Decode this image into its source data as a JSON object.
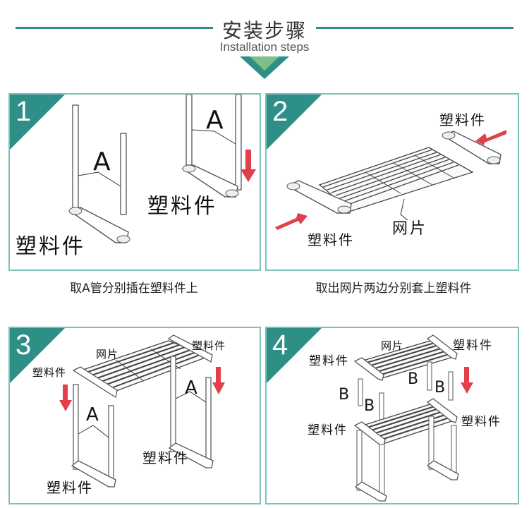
{
  "header": {
    "title": "安装步骤",
    "subtitle": "Installation steps",
    "accent_color": "#2e8f86"
  },
  "steps": [
    {
      "number": "1",
      "labels": {
        "tube_a_1": "A",
        "tube_a_2": "A",
        "plastic_1": "塑料件",
        "plastic_2": "塑料件"
      },
      "caption": "取A管分别插在塑料件上"
    },
    {
      "number": "2",
      "labels": {
        "plastic_1": "塑料件",
        "plastic_2": "塑料件",
        "mesh": "网片"
      },
      "caption": "取出网片两边分别套上塑料件"
    },
    {
      "number": "3",
      "labels": {
        "mesh": "网片",
        "plastic_left_top": "塑料件",
        "plastic_right_top": "塑料件",
        "tube_a_1": "A",
        "tube_a_2": "A",
        "plastic_bottom_left": "塑料件",
        "plastic_bottom_right": "塑料件"
      }
    },
    {
      "number": "4",
      "labels": {
        "mesh": "网片",
        "plastic_top_left": "塑料件",
        "plastic_top_right": "塑料件",
        "tube_b_1": "B",
        "tube_b_2": "B",
        "tube_b_3": "B",
        "tube_b_4": "B",
        "plastic_bottom_left": "塑料件",
        "plastic_bottom_right": "塑料件"
      }
    }
  ]
}
